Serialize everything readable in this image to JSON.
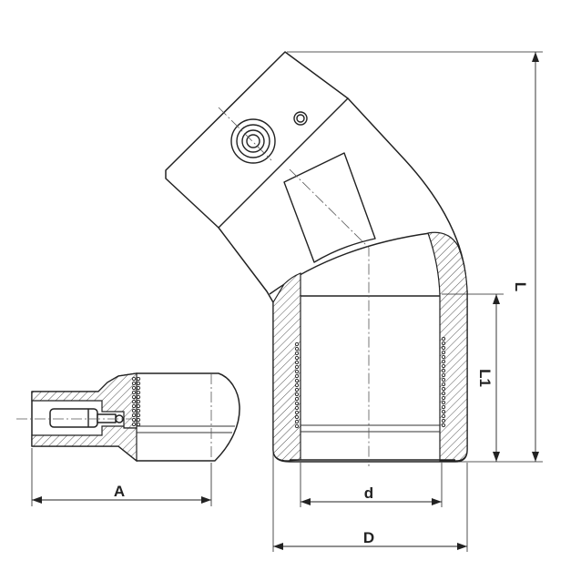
{
  "labels": {
    "a": "A",
    "d_small": "d",
    "d_large": "D",
    "l": "L",
    "l1": "L1"
  },
  "colors": {
    "line": "#222222",
    "hatch": "#555555",
    "background": "#ffffff"
  }
}
